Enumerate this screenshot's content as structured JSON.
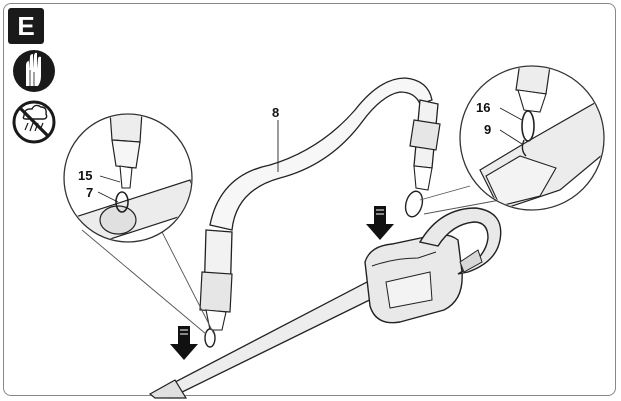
{
  "step": {
    "letter": "E"
  },
  "symbols": {
    "gloves": {
      "icon": "protective-gloves-icon"
    },
    "no_rain": {
      "icon": "no-rain-icon"
    }
  },
  "callouts": {
    "strap": "8",
    "snap_hook": "16",
    "eyelet_right": "9",
    "snap_hook_left": "15",
    "eyelet_left": "7"
  },
  "colors": {
    "outline": "#222222",
    "tool_fill": "#e9e9e9",
    "strap_fill": "#f7f7f7",
    "badge": "#1a1a1a"
  }
}
